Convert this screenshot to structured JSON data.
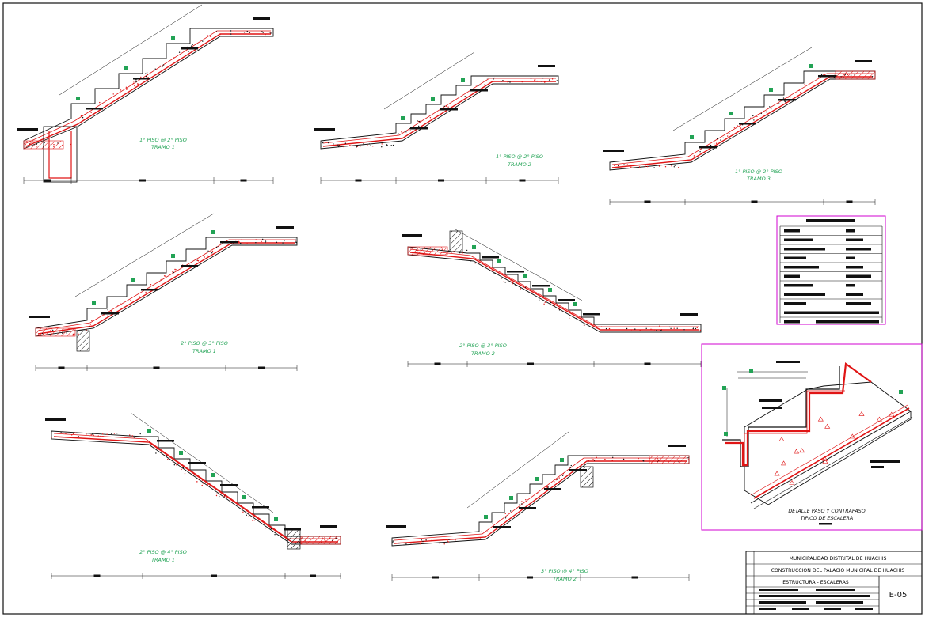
{
  "sheet_code": "E-05",
  "colors": {
    "outline": "#111111",
    "rebar": "#e01515",
    "caption": "#22a355",
    "marker": "#22a355",
    "frame": "#d000d0"
  },
  "flights": [
    {
      "line1": "1° PISO @ 2° PISO",
      "line2": "TRAMO 1"
    },
    {
      "line1": "1° PISO @ 2° PISO",
      "line2": "TRAMO 2"
    },
    {
      "line1": "1° PISO @ 2° PISO",
      "line2": "TRAMO 3"
    },
    {
      "line1": "2° PISO @ 3° PISO",
      "line2": "TRAMO 1"
    },
    {
      "line1": "2° PISO @ 3° PISO",
      "line2": "TRAMO 2"
    },
    {
      "line1": "2° PISO @ 4° PISO",
      "line2": "TRAMO 1"
    },
    {
      "line1": "3° PISO @ 4° PISO",
      "line2": "TRAMO 2"
    }
  ],
  "detail": {
    "line1": "DETALLE PASO Y CONTRAPASO",
    "line2": "TIPICO DE ESCALERA"
  },
  "title_block": {
    "owner": "MUNICIPALIDAD DISTRITAL DE HUACHIS",
    "project": "CONSTRUCCION DEL PALACIO MUNICIPAL DE HUACHIS",
    "sheet_title": "ESTRUCTURA - ESCALERAS"
  }
}
